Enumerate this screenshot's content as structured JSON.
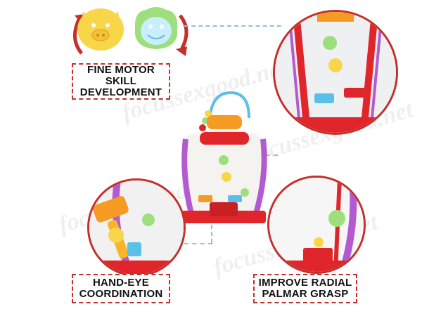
{
  "labels": {
    "fine_motor": [
      "FINE MOTOR",
      "SKILL",
      "DEVELOPMENT"
    ],
    "hand_eye": [
      "HAND-EYE",
      "COORDINATION"
    ],
    "palmar": [
      "IMPROVE RADIAL",
      "PALMAR GRASP"
    ]
  },
  "watermarks": [
    "focussexgood.net",
    "focussexgood.net",
    "focussexgood.net",
    "focussexgood.net"
  ],
  "colors": {
    "accent_red": "#c4302b",
    "connector_blue": "#8fc3d6",
    "toy_yellow": "#f7d64a",
    "toy_green": "#9ddf7c",
    "toy_purple": "#b45ad0",
    "toy_red": "#e0262a",
    "toy_orange": "#f59a23"
  },
  "icons": [
    "rotate-arrow-left-icon",
    "rotate-arrow-right-icon",
    "pig-face-icon",
    "frog-face-icon"
  ]
}
